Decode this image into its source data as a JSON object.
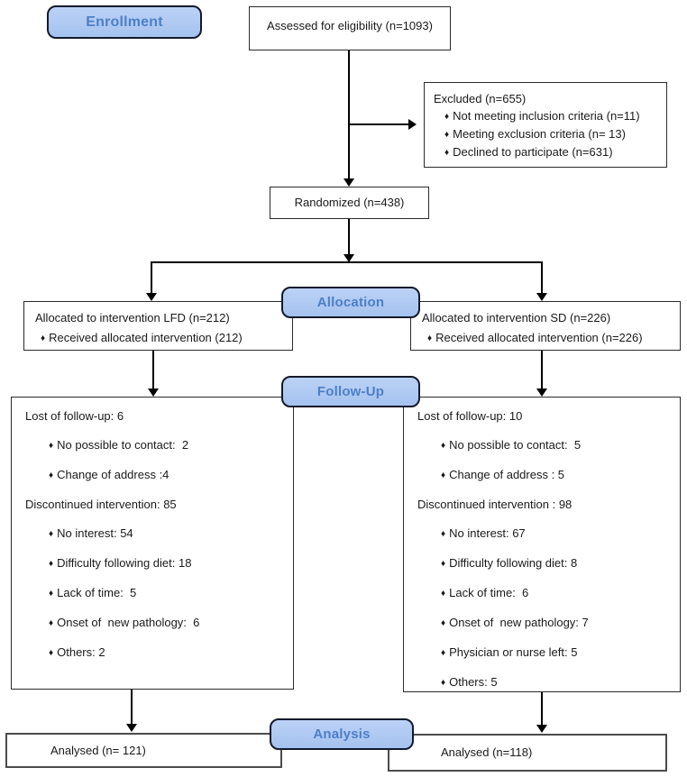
{
  "bullet_char": "♦",
  "colors": {
    "label_fill": "#aac6f0",
    "label_border": "#131a2b",
    "label_text": "#4d7fc6",
    "box_border": "#2b2b2b",
    "line_color": "#000000"
  },
  "stage_labels": {
    "enrollment": "Enrollment",
    "allocation": "Allocation",
    "followup": "Follow-Up",
    "analysis": "Analysis"
  },
  "boxes": {
    "assessed": {
      "text": "Assessed for eligibility (n=1093)"
    },
    "excluded": {
      "lines": [
        {
          "t": "Excluded (n=655)",
          "b": false
        },
        {
          "t": "Not meeting inclusion criteria (n=11)",
          "b": true
        },
        {
          "t": "Meeting exclusion criteria (n= 13)",
          "b": true
        },
        {
          "t": "Declined to participate (n=631)",
          "b": true
        }
      ]
    },
    "randomized": {
      "text": "Randomized (n=438)"
    },
    "alloc_left": {
      "lines": [
        {
          "t": "Allocated to intervention LFD (n=212)",
          "b": false
        },
        {
          "t": "Received allocated intervention (212)",
          "b": true
        }
      ]
    },
    "alloc_right": {
      "lines": [
        {
          "t": "Allocated to intervention SD (n=226)",
          "b": false
        },
        {
          "t": "Received allocated intervention (n=226)",
          "b": true
        }
      ]
    },
    "followup_left": {
      "lines": [
        {
          "t": "Lost of follow-up: 6",
          "b": false
        },
        {
          "t": "No possible to contact:  2",
          "b": true
        },
        {
          "t": "Change of address :4",
          "b": true
        },
        {
          "t": "Discontinued intervention: 85",
          "b": false
        },
        {
          "t": "No interest: 54",
          "b": true
        },
        {
          "t": "Difficulty following diet: 18",
          "b": true
        },
        {
          "t": "Lack of time:  5",
          "b": true
        },
        {
          "t": "Onset of  new pathology:  6",
          "b": true
        },
        {
          "t": "Others: 2",
          "b": true
        }
      ]
    },
    "followup_right": {
      "lines": [
        {
          "t": "Lost of follow-up: 10",
          "b": false
        },
        {
          "t": "No possible to contact:  5",
          "b": true
        },
        {
          "t": "Change of address : 5",
          "b": true
        },
        {
          "t": "Discontinued intervention : 98",
          "b": false
        },
        {
          "t": "No interest: 67",
          "b": true
        },
        {
          "t": "Difficulty following diet: 8",
          "b": true
        },
        {
          "t": "Lack of time:  6",
          "b": true
        },
        {
          "t": "Onset of  new pathology: 7",
          "b": true
        },
        {
          "t": "Physician or nurse left: 5",
          "b": true
        },
        {
          "t": "Others: 5",
          "b": true
        }
      ]
    },
    "analysed_left": {
      "text": "Analysed  (n= 121)"
    },
    "analysed_right": {
      "text": "Analysed  (n=118)"
    }
  }
}
